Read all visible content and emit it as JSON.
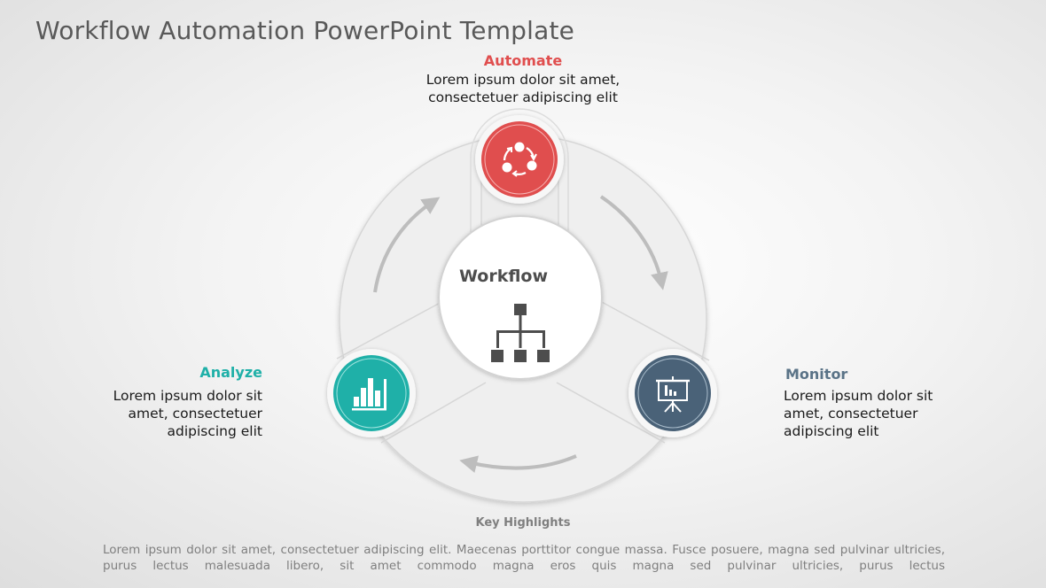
{
  "title": "Workflow Automation PowerPoint Template",
  "center": {
    "label": "Workflow",
    "icon": "org-chart-icon"
  },
  "nodes": [
    {
      "id": "automate",
      "title": "Automate",
      "text_line1": "Lorem ipsum dolor sit amet,",
      "text_line2": "consectetuer adipiscing elit",
      "color": "#e04e4e",
      "icon": "cycle-icon"
    },
    {
      "id": "monitor",
      "title": "Monitor",
      "text_line1": "Lorem ipsum dolor sit",
      "text_line2": "amet, consectetuer",
      "text_line3": "adipiscing elit",
      "color": "#4a6278",
      "icon": "presentation-board-icon"
    },
    {
      "id": "analyze",
      "title": "Analyze",
      "text_line1": "Lorem ipsum dolor sit",
      "text_line2": "amet, consectetuer",
      "text_line3": "adipiscing elit",
      "color": "#1fb0a8",
      "icon": "bar-chart-icon"
    }
  ],
  "key_highlights": {
    "title": "Key Highlights",
    "body": "Lorem ipsum dolor sit amet, consectetuer adipiscing elit. Maecenas porttitor congue massa. Fusce posuere, magna sed pulvinar ultricies, purus lectus malesuada libero, sit amet commodo magna eros quis magna sed pulvinar ultricies, purus lectus"
  },
  "colors": {
    "title_text": "#595959",
    "ring_fill": "#eeeeee",
    "arrow": "#bdbdbd",
    "center_icon": "#4d4d4d"
  }
}
